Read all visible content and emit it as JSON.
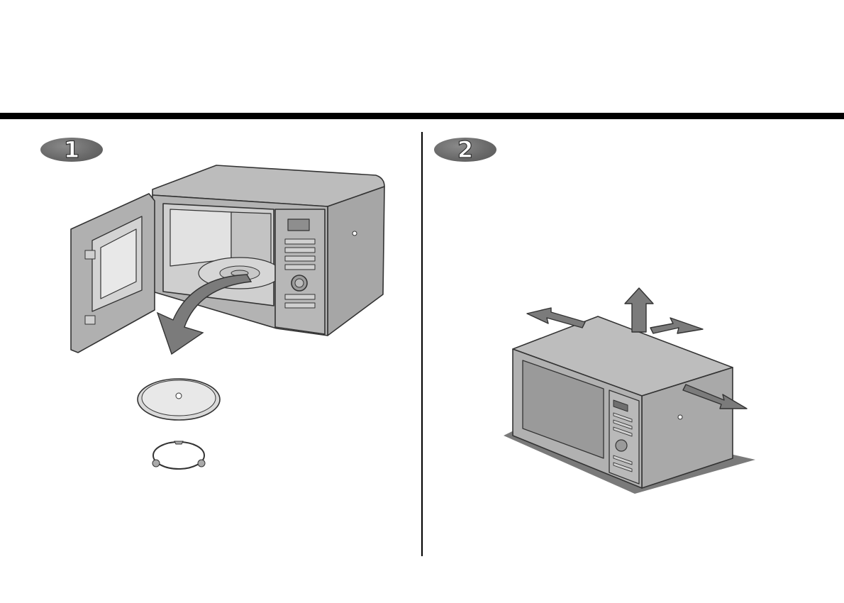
{
  "colors": {
    "rule": "#000000",
    "badge": "#6a6a6a",
    "appliance_body": "#a9a9a9",
    "appliance_top": "#bdbdbd",
    "shadow": "#7a7a7a",
    "arrow": "#7b7b7b"
  },
  "steps": [
    {
      "number": "1"
    },
    {
      "number": "2"
    }
  ],
  "icons": {
    "step1_illustration": "open-microwave-remove-turntable",
    "step2_illustration": "microwave-ventilation-clearance"
  }
}
